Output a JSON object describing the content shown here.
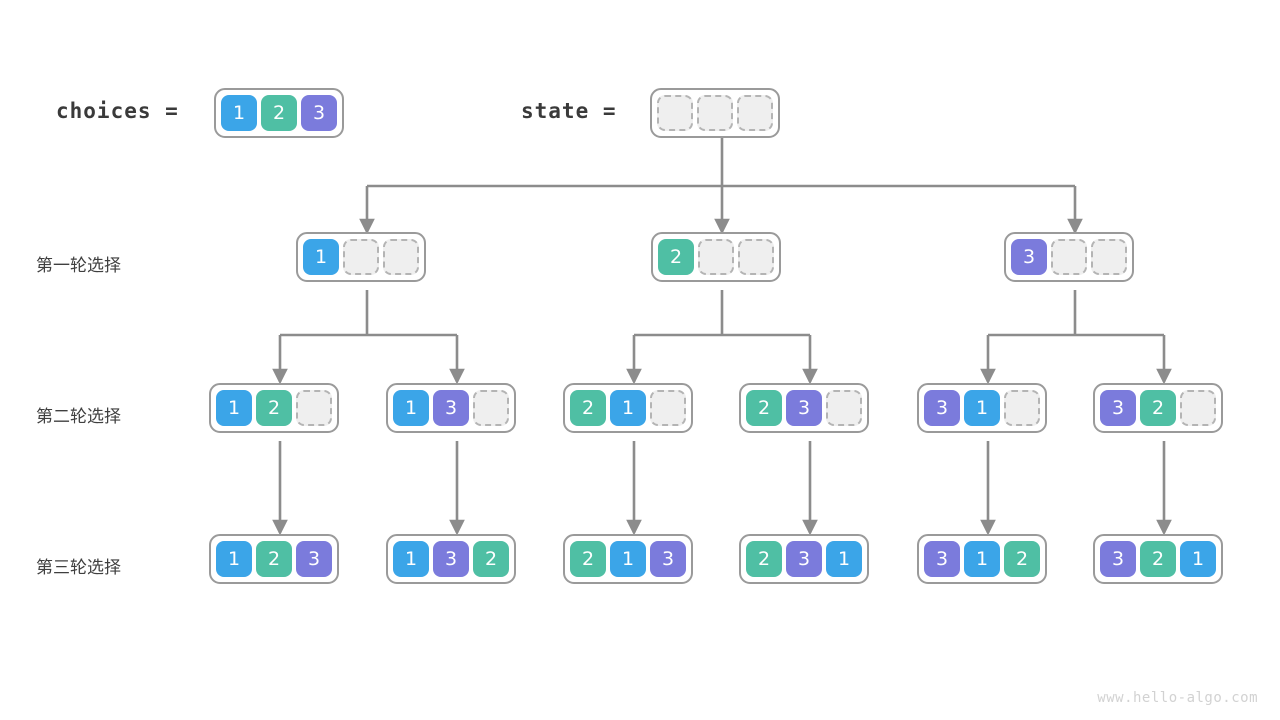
{
  "colors": {
    "value_1": "#3BA5E8",
    "value_2": "#4FBFA4",
    "value_3": "#7B7BDC",
    "empty_fill": "#EFEFEF",
    "empty_border": "#B4B4B4",
    "group_border": "#9A9A9A",
    "edge": "#8C8C8C",
    "text": "#3A3A3A",
    "background": "#FFFFFF",
    "watermark": "#D2D2D2"
  },
  "header": {
    "choices_label": "choices =",
    "state_label": "state =",
    "choices_values": [
      "1",
      "2",
      "3"
    ],
    "state_values": [
      "",
      "",
      ""
    ]
  },
  "row_labels": [
    "第一轮选择",
    "第二轮选择",
    "第三轮选择"
  ],
  "rows": [
    {
      "label": "第一轮选择",
      "nodes": [
        {
          "cells": [
            "1",
            "",
            ""
          ]
        },
        {
          "cells": [
            "2",
            "",
            ""
          ]
        },
        {
          "cells": [
            "3",
            "",
            ""
          ]
        }
      ]
    },
    {
      "label": "第二轮选择",
      "nodes": [
        {
          "cells": [
            "1",
            "2",
            ""
          ]
        },
        {
          "cells": [
            "1",
            "3",
            ""
          ]
        },
        {
          "cells": [
            "2",
            "1",
            ""
          ]
        },
        {
          "cells": [
            "2",
            "3",
            ""
          ]
        },
        {
          "cells": [
            "3",
            "1",
            ""
          ]
        },
        {
          "cells": [
            "3",
            "2",
            ""
          ]
        }
      ]
    },
    {
      "label": "第三轮选择",
      "nodes": [
        {
          "cells": [
            "1",
            "2",
            "3"
          ]
        },
        {
          "cells": [
            "1",
            "3",
            "2"
          ]
        },
        {
          "cells": [
            "2",
            "1",
            "3"
          ]
        },
        {
          "cells": [
            "2",
            "3",
            "1"
          ]
        },
        {
          "cells": [
            "3",
            "1",
            "2"
          ]
        },
        {
          "cells": [
            "3",
            "2",
            "1"
          ]
        }
      ]
    }
  ],
  "watermark": "www.hello-algo.com"
}
